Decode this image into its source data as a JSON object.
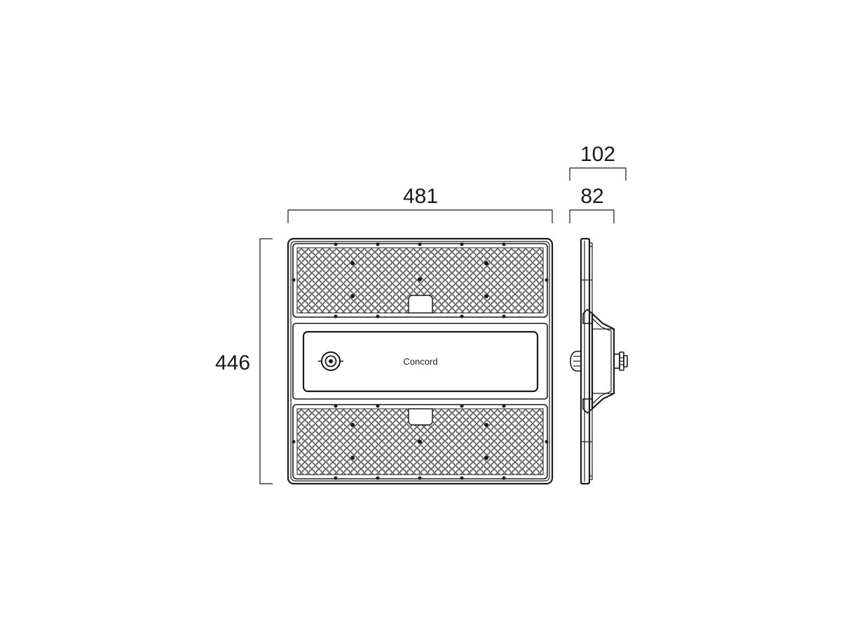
{
  "dimensions": {
    "width": "481",
    "height": "446",
    "depth_total": "102",
    "depth_body": "82"
  },
  "brand": {
    "label": "Concord"
  }
}
